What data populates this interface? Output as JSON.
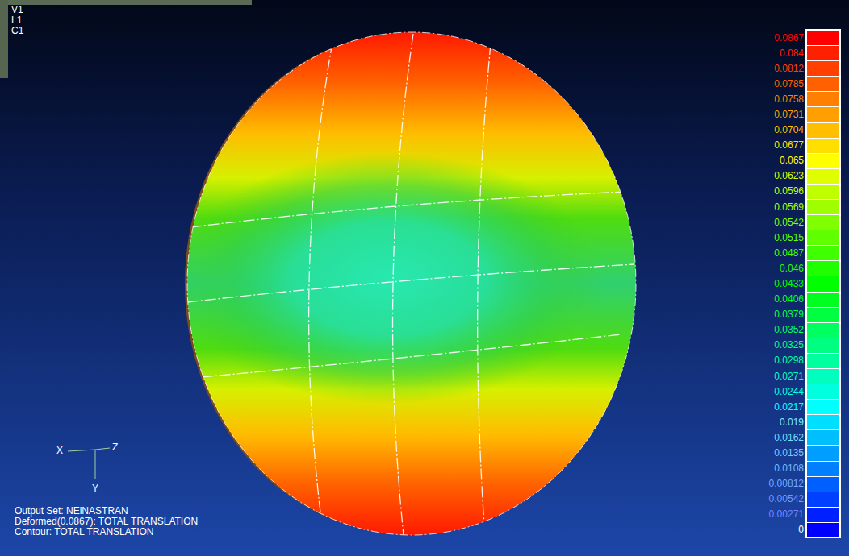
{
  "diagram": {
    "labels": [
      "V1",
      "L1",
      "C1",
      "X",
      "Z",
      "Y",
      "Output Set: NEiNASTRAN",
      "Deformed(0.0867): TOTAL TRANSLATION",
      "Contour: TOTAL TRANSLATION"
    ],
    "legend": [
      {
        "text": "0.0867",
        "color": "#ff0000"
      },
      {
        "text": "0.084",
        "color": "#ff2000"
      },
      {
        "text": "0.0812",
        "color": "#ff4000"
      },
      {
        "text": "0.0785",
        "color": "#ff6000"
      },
      {
        "text": "0.0758",
        "color": "#ff8000"
      },
      {
        "text": "0.0731",
        "color": "#ff9f00"
      },
      {
        "text": "0.0704",
        "color": "#ffbf00"
      },
      {
        "text": "0.0677",
        "color": "#ffdf00"
      },
      {
        "text": "0.065",
        "color": "#ffff00"
      },
      {
        "text": "0.0623",
        "color": "#dfff00"
      },
      {
        "text": "0.0596",
        "color": "#bfff00"
      },
      {
        "text": "0.0569",
        "color": "#9fff00"
      },
      {
        "text": "0.0542",
        "color": "#80ff00"
      },
      {
        "text": "0.0515",
        "color": "#60ff00"
      },
      {
        "text": "0.0487",
        "color": "#40ff00"
      },
      {
        "text": "0.046",
        "color": "#20ff00"
      },
      {
        "text": "0.0433",
        "color": "#00ff00"
      },
      {
        "text": "0.0406",
        "color": "#00ff20"
      },
      {
        "text": "0.0379",
        "color": "#00ff40"
      },
      {
        "text": "0.0352",
        "color": "#00ff60"
      },
      {
        "text": "0.0325",
        "color": "#00ff80"
      },
      {
        "text": "0.0298",
        "color": "#00ff9f"
      },
      {
        "text": "0.0271",
        "color": "#00ffbf"
      },
      {
        "text": "0.0244",
        "color": "#00ffdf"
      },
      {
        "text": "0.0217",
        "color": "#00ffff"
      },
      {
        "text": "0.019",
        "color": "#00dfff"
      },
      {
        "text": "0.0162",
        "color": "#00bfff"
      },
      {
        "text": "0.0135",
        "color": "#009fff"
      },
      {
        "text": "0.0108",
        "color": "#0080ff"
      },
      {
        "text": "0.00812",
        "color": "#0060ff"
      },
      {
        "text": "0.00542",
        "color": "#0040ff"
      },
      {
        "text": "0.00271",
        "color": "#0020ff"
      },
      {
        "text": "0",
        "color": "#0000ff"
      }
    ]
  }
}
